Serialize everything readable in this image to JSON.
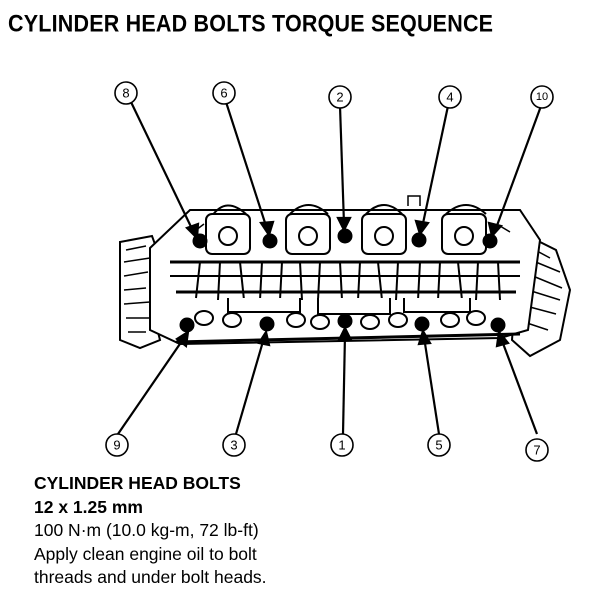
{
  "title": "CYLINDER HEAD BOLTS TORQUE SEQUENCE",
  "callouts": [
    "1",
    "2",
    "3",
    "4",
    "5",
    "6",
    "7",
    "8",
    "9",
    "10"
  ],
  "spec": {
    "heading": "CYLINDER HEAD BOLTS",
    "size": "12 x 1.25 mm",
    "torque": "100 N·m (10.0 kg-m, 72 lb-ft)",
    "note_line1": "Apply clean engine oil to bolt",
    "note_line2": "threads and under bolt heads."
  }
}
